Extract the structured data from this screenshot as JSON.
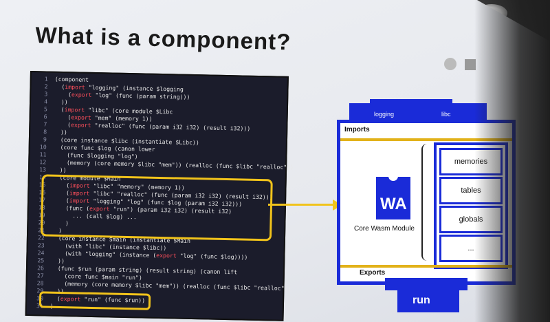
{
  "slide": {
    "title": "What is a component?"
  },
  "code": {
    "lines": [
      {
        "n": "1",
        "t": "(component"
      },
      {
        "n": "2",
        "t": "  (import \"logging\" (instance $logging"
      },
      {
        "n": "3",
        "t": "    (export \"log\" (func (param string)))"
      },
      {
        "n": "4",
        "t": "  ))"
      },
      {
        "n": "5",
        "t": "  (import \"libc\" (core module $Libc"
      },
      {
        "n": "6",
        "t": "    (export \"mem\" (memory 1))"
      },
      {
        "n": "7",
        "t": "    (export \"realloc\" (func (param i32 i32) (result i32)))"
      },
      {
        "n": "8",
        "t": "  ))"
      },
      {
        "n": "9",
        "t": "  (core instance $libc (instantiate $Libc))"
      },
      {
        "n": "10",
        "t": "  (core func $log (canon lower"
      },
      {
        "n": "11",
        "t": "    (func $logging \"log\")"
      },
      {
        "n": "12",
        "t": "    (memory (core memory $libc \"mem\")) (realloc (func $libc \"realloc\"))"
      },
      {
        "n": "13",
        "t": "  ))"
      },
      {
        "n": "14",
        "t": "  (core module $Main"
      },
      {
        "n": "15",
        "t": "    (import \"libc\" \"memory\" (memory 1))"
      },
      {
        "n": "16",
        "t": "    (import \"libc\" \"realloc\" (func (param i32 i32) (result i32)))"
      },
      {
        "n": "17",
        "t": "    (import \"logging\" \"log\" (func $log (param i32 i32)))"
      },
      {
        "n": "18",
        "t": "    (func (export \"run\") (param i32 i32) (result i32)"
      },
      {
        "n": "19",
        "t": "      ... (call $log) ..."
      },
      {
        "n": "20",
        "t": "    )"
      },
      {
        "n": "21",
        "t": "  )"
      },
      {
        "n": "22",
        "t": "  (core instance $main (instantiate $Main"
      },
      {
        "n": "23",
        "t": "    (with \"libc\" (instance $libc))"
      },
      {
        "n": "24",
        "t": "    (with \"logging\" (instance (export \"log\" (func $log))))"
      },
      {
        "n": "25",
        "t": "  ))"
      },
      {
        "n": "26",
        "t": "  (func $run (param string) (result string) (canon lift"
      },
      {
        "n": "27",
        "t": "    (core func $main \"run\")"
      },
      {
        "n": "28",
        "t": "    (memory (core memory $libc \"mem\")) (realloc (func $libc \"realloc\"))"
      },
      {
        "n": "29",
        "t": "  ))"
      },
      {
        "n": "30",
        "t": "  (export \"run\" (func $run))"
      },
      {
        "n": "31",
        "t": ")"
      }
    ]
  },
  "diagram": {
    "imports_tabs": [
      "logging",
      "libc"
    ],
    "imports_label": "Imports",
    "exports_label": "Exports",
    "wa_logo_text": "WA",
    "core_module_label": "Core Wasm Module",
    "cells": [
      "memories",
      "tables",
      "globals",
      "..."
    ],
    "run_label": "run"
  },
  "colors": {
    "accent_blue": "#1a2bd8",
    "highlight_yellow": "#f1c31b",
    "code_bg": "#1b1c2b",
    "keyword_red": "#ff4f5b"
  }
}
